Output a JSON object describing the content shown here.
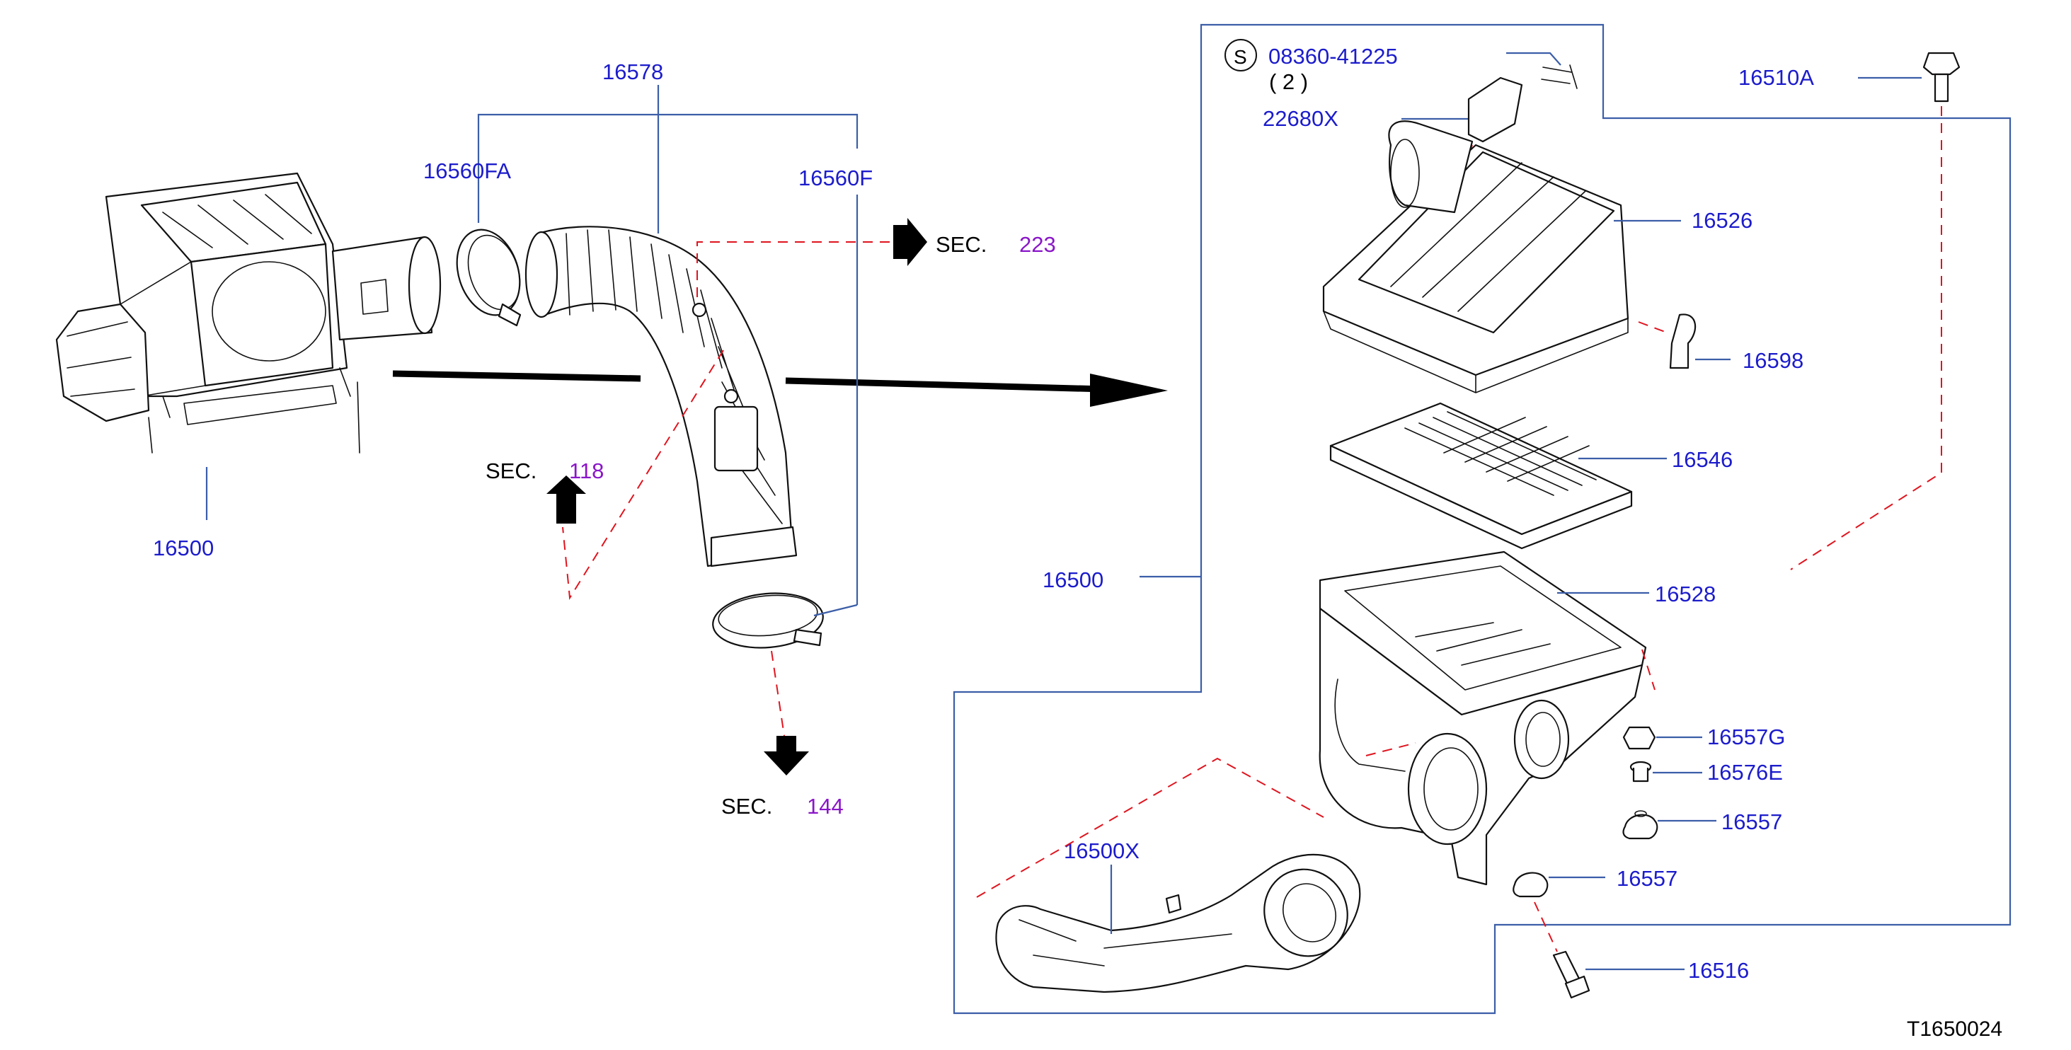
{
  "diagram_code": "T1650024",
  "part_numbers": {
    "assembly_left": "16500",
    "assembly_right": "16500",
    "duct_group": "16578",
    "clamp_front": "16560FA",
    "clamp_rear": "16560F",
    "sensor_bolt": "08360-41225",
    "sensor_bolt_qty": "( 2 )",
    "sensor_bolt_symbol": "S",
    "air_flow_sensor": "22680X",
    "bolt": "16510A",
    "cover_upper": "16526",
    "clip": "16598",
    "element": "16546",
    "body_lower": "16528",
    "grommet_g": "16557G",
    "collar": "16576E",
    "grommet_upper": "16557",
    "grommet_lower": "16557",
    "resonator": "16500X",
    "mount_bolt": "16516"
  },
  "section_refs": [
    {
      "label": "SEC.",
      "number": "223"
    },
    {
      "label": "SEC.",
      "number": "118"
    },
    {
      "label": "SEC.",
      "number": "144"
    }
  ]
}
